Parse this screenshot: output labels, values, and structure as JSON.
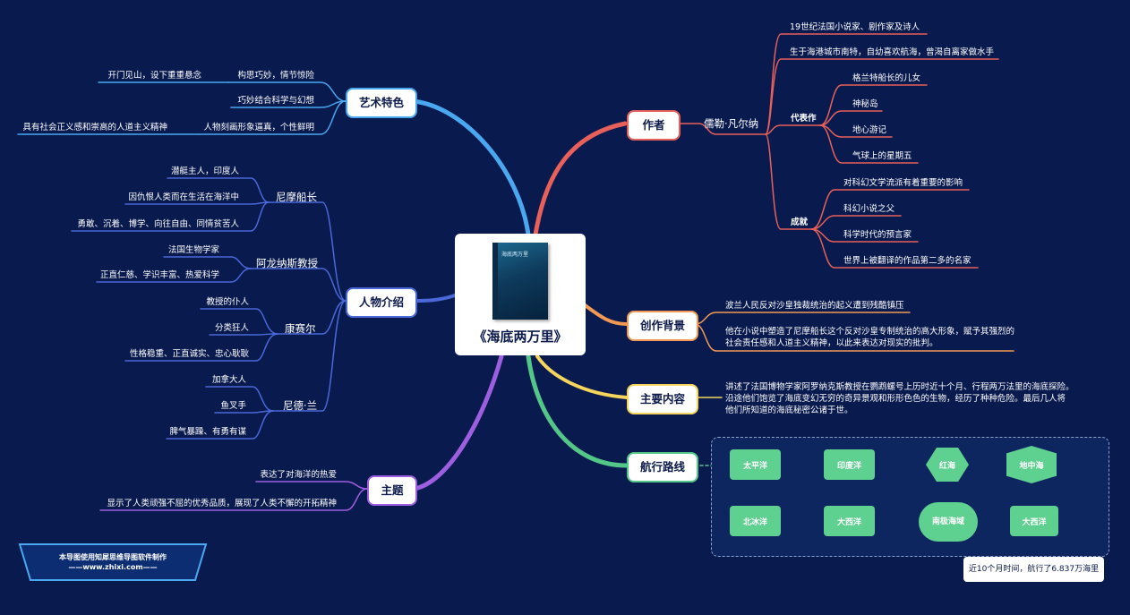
{
  "center": {
    "title": "《海底两万里》",
    "cover_title": "海底两万里"
  },
  "author": {
    "label": "作者",
    "name": "儒勒·凡尔纳",
    "facts": [
      "19世纪法国小说家、剧作家及诗人",
      "生于海港城市南特，自幼喜欢航海，曾渴自离家做水手"
    ],
    "works_label": "代表作",
    "works": [
      "格兰特船长的儿女",
      "神秘岛",
      "地心游记",
      "气球上的星期五"
    ],
    "achievements_label": "成就",
    "achievements": [
      "对科幻文学流派有着重要的影响",
      "科幻小说之父",
      "科学时代的预言家",
      "世界上被翻译的作品第二多的名家"
    ]
  },
  "background": {
    "label": "创作背景",
    "items": [
      "波兰人民反对沙皇独裁统治的起义遭到残酷镇压",
      "他在小说中塑造了尼摩船长这个反对沙皇专制统治的高大形象，赋予其强烈的",
      "社会责任感和人道主义精神，以此来表达对现实的批判。"
    ]
  },
  "content": {
    "label": "主要内容",
    "lines": [
      "讲述了法国博物学家阿罗纳克斯教授在鹦鹉螺号上历时近十个月、行程两万法里的海底探险。",
      "沿途他们饱览了海底变幻无穷的奇异景观和形形色色的生物，经历了种种危险。最后几人将",
      "他们所知道的海底秘密公诸于世。"
    ]
  },
  "route": {
    "label": "航行路线",
    "row1": [
      "太平洋",
      "印度洋",
      "红海",
      "地中海"
    ],
    "row2": [
      "大西洋",
      "南极海域",
      "大西洋",
      "北冰洋"
    ],
    "summary": "近10个月时间，航行了6.837万海里"
  },
  "art": {
    "label": "艺术特色",
    "items": [
      {
        "title": "构思巧妙，情节惊险",
        "detail": "开门见山，设下重重悬念"
      },
      {
        "title": "巧妙结合科学与幻想",
        "detail": ""
      },
      {
        "title": "人物刻画形象逼真，个性鲜明",
        "detail": "具有社会正义感和崇高的人道主义精神"
      }
    ]
  },
  "characters": {
    "label": "人物介绍",
    "people": [
      {
        "name": "尼摩船长",
        "traits": [
          "潜艇主人，印度人",
          "因仇恨人类而在生活在海洋中",
          "勇敢、沉着、博学、向往自由、同情贫苦人"
        ]
      },
      {
        "name": "阿龙纳斯教授",
        "traits": [
          "法国生物学家",
          "正直仁慈、学识丰富、热爱科学"
        ]
      },
      {
        "name": "康赛尔",
        "traits": [
          "教授的仆人",
          "分类狂人",
          "性格稳重、正直诚实、忠心耿耿"
        ]
      },
      {
        "name": "尼德·兰",
        "traits": [
          "加拿大人",
          "鱼叉手",
          "脾气暴躁、有勇有谋"
        ]
      }
    ]
  },
  "theme": {
    "label": "主题",
    "items": [
      "表达了对海洋的热爱",
      "显示了人类顽强不屈的优秀品质，展现了人类不懈的开拓精神"
    ]
  },
  "credit": {
    "line1": "本导图使用知犀思维导图软件制作",
    "line2": "——www.zhixi.com——"
  },
  "colors": {
    "background": "#091a4e",
    "author": "#e8605a",
    "background_branch": "#f29a55",
    "content": "#f6d55c",
    "route": "#52c788",
    "art": "#4aa8f0",
    "characters": "#4a68d8",
    "theme": "#9d5fe0"
  }
}
